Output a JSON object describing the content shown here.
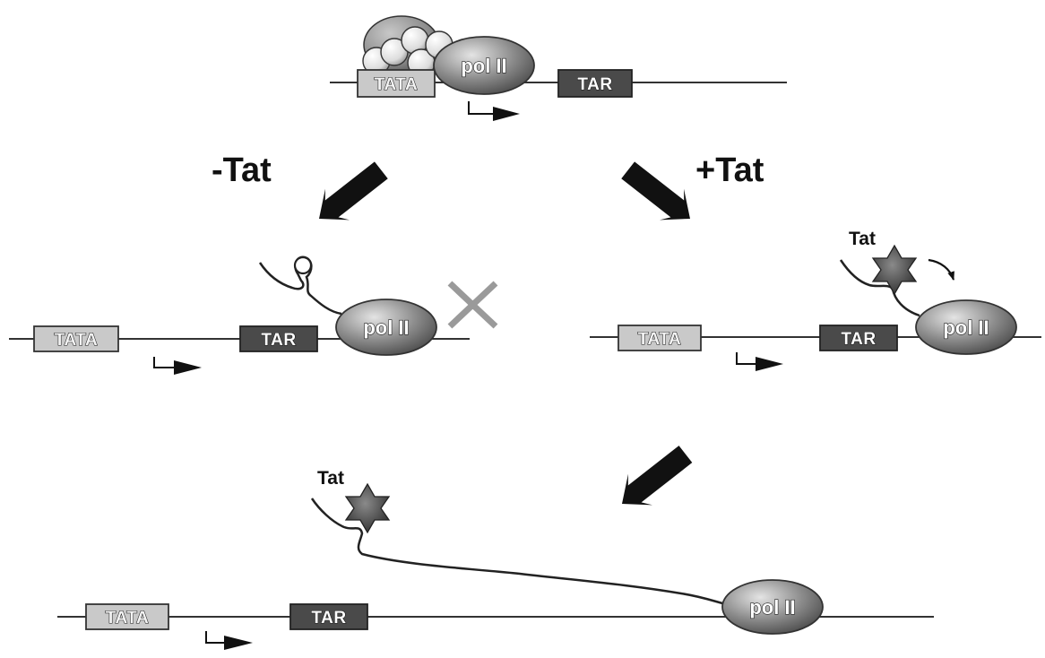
{
  "labels": {
    "tata": "TATA",
    "tar": "TAR",
    "pol": "pol II",
    "tat": "Tat",
    "minus_tat": "-Tat",
    "plus_tat": "+Tat"
  },
  "colors": {
    "tata_fill": "#c9c9c9",
    "tar_fill": "#4a4a4a",
    "pol_fill": "#8a8a8a",
    "arrow": "#111111",
    "star": "#3a3a3a",
    "blocked_x": "#9a9a9a"
  }
}
